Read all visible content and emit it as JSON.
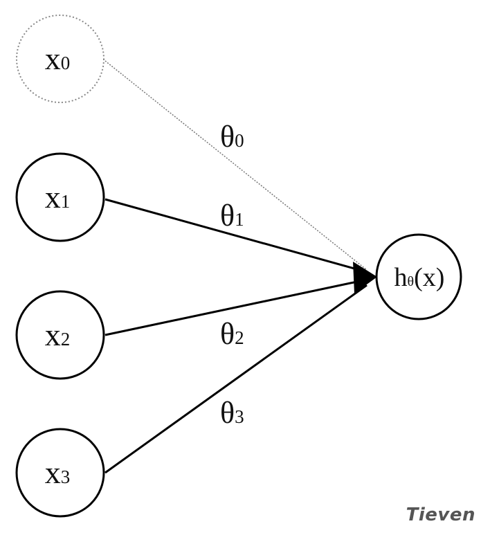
{
  "inputs": [
    {
      "main": "x",
      "sub": "0",
      "style": "dotted"
    },
    {
      "main": "x",
      "sub": "1",
      "style": "solid"
    },
    {
      "main": "x",
      "sub": "2",
      "style": "solid"
    },
    {
      "main": "x",
      "sub": "3",
      "style": "solid"
    }
  ],
  "weights": [
    {
      "main": "θ",
      "sub": "0"
    },
    {
      "main": "θ",
      "sub": "1"
    },
    {
      "main": "θ",
      "sub": "2"
    },
    {
      "main": "θ",
      "sub": "3"
    }
  ],
  "output": {
    "main": "h",
    "sub": "θ",
    "arg": "(x)"
  },
  "watermark": "Tieven"
}
